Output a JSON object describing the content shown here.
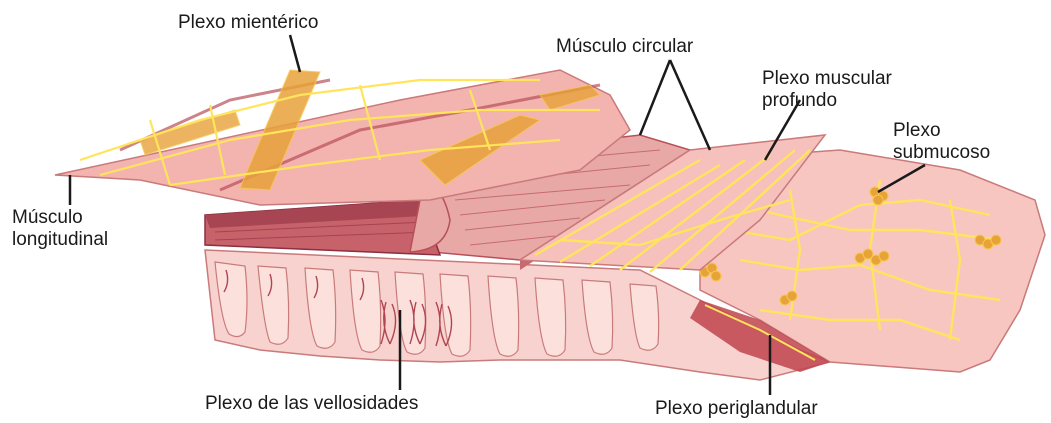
{
  "labels": {
    "plexo_mienterico": "Plexo mientérico",
    "musculo_circular": "Músculo circular",
    "plexo_muscular_profundo_1": "Plexo muscular",
    "plexo_muscular_profundo_2": "profundo",
    "plexo_submucoso_1": "Plexo",
    "plexo_submucoso_2": "submucoso",
    "musculo_longitudinal_1": "Músculo",
    "musculo_longitudinal_2": "longitudinal",
    "plexo_vellosidades": "Plexo de las vellosidades",
    "plexo_periglandular": "Plexo periglandular"
  },
  "colors": {
    "tissue_pink": "#f4b7b3",
    "tissue_light": "#f8cfcb",
    "muscle_dark": "#b8505a",
    "muscle_mid": "#d98a8a",
    "nerve_yellow": "#ffe45c",
    "ganglion_orange": "#e8a23a",
    "text": "#1a1a1a",
    "background": "#ffffff"
  }
}
